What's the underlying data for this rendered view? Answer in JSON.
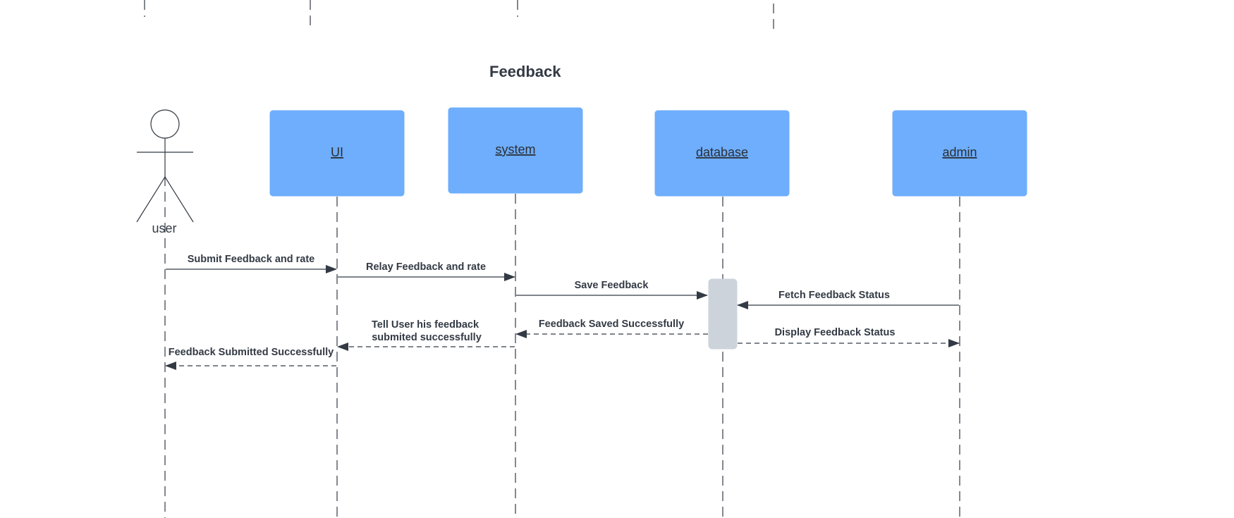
{
  "title": "Feedback",
  "actor": {
    "label": "user"
  },
  "participants": [
    {
      "id": "ui",
      "label": "UI"
    },
    {
      "id": "system",
      "label": "system"
    },
    {
      "id": "database",
      "label": "database"
    },
    {
      "id": "admin",
      "label": "admin"
    }
  ],
  "messages": [
    {
      "label": "Submit Feedback and rate",
      "from": "user",
      "to": "ui",
      "style": "solid"
    },
    {
      "label": "Relay Feedback and rate",
      "from": "ui",
      "to": "system",
      "style": "solid"
    },
    {
      "label": "Save Feedback",
      "from": "system",
      "to": "database",
      "style": "solid"
    },
    {
      "label": "Fetch Feedback Status",
      "from": "admin",
      "to": "database",
      "style": "solid"
    },
    {
      "label": "Feedback Saved Successfully",
      "from": "database",
      "to": "system",
      "style": "dashed"
    },
    {
      "label": "Display Feedback Status",
      "from": "database",
      "to": "admin",
      "style": "dashed"
    },
    {
      "label_lines": [
        "Tell User his feedback",
        "submited successfully"
      ],
      "from": "system",
      "to": "ui",
      "style": "dashed"
    },
    {
      "label": "Feedback Submitted Successfully",
      "from": "ui",
      "to": "user",
      "style": "dashed"
    }
  ],
  "colors": {
    "participant_fill": "#6eaefc",
    "activation_fill": "#cdd3db",
    "line": "#333a44"
  }
}
